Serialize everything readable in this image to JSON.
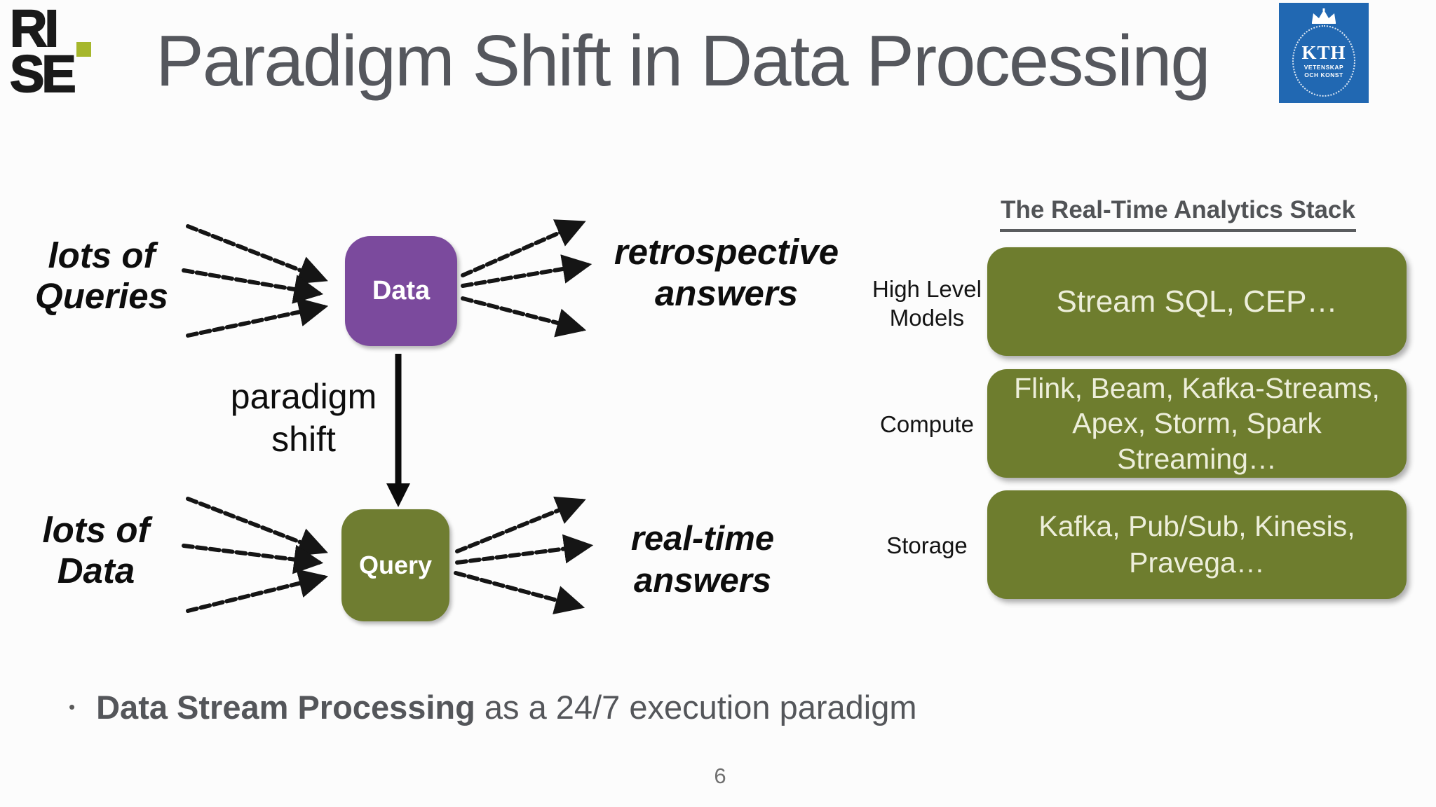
{
  "slide": {
    "title": "Paradigm Shift in Data Processing",
    "page_number": "6"
  },
  "logos": {
    "rise_line1": "RI",
    "rise_line2": "SE",
    "kth_letters": "KTH",
    "kth_sub1": "VETENSKAP",
    "kth_sub2": "OCH KONST"
  },
  "diagram": {
    "lots_of_queries_line1": "lots of",
    "lots_of_queries_line2": "Queries",
    "data_box_label": "Data",
    "retrospective_line1": "retrospective",
    "retrospective_line2": "answers",
    "paradigm_line1": "paradigm",
    "paradigm_line2": "shift",
    "lots_of_data_line1": "lots of",
    "lots_of_data_line2": "Data",
    "query_box_label": "Query",
    "realtime_line1": "real-time",
    "realtime_line2": "answers"
  },
  "stack": {
    "heading": "The Real-Time Analytics Stack",
    "rows": [
      {
        "label": "High Level Models",
        "content": "Stream SQL, CEP…"
      },
      {
        "label": "Compute",
        "content": "Flink, Beam, Kafka-Streams, Apex, Storm, Spark Streaming…"
      },
      {
        "label": "Storage",
        "content": "Kafka, Pub/Sub, Kinesis, Pravega…"
      }
    ]
  },
  "bullet": {
    "bold": "Data Stream Processing",
    "rest": " as a 24/7 execution paradigm"
  },
  "colors": {
    "data_box_purple": "#7b4a9d",
    "query_box_green": "#6f7d31",
    "stack_box_green": "#6e7d2e",
    "rise_green": "#a6b72c",
    "kth_blue": "#2168b2",
    "title_gray": "#55575d",
    "arrow_black": "#151515"
  }
}
